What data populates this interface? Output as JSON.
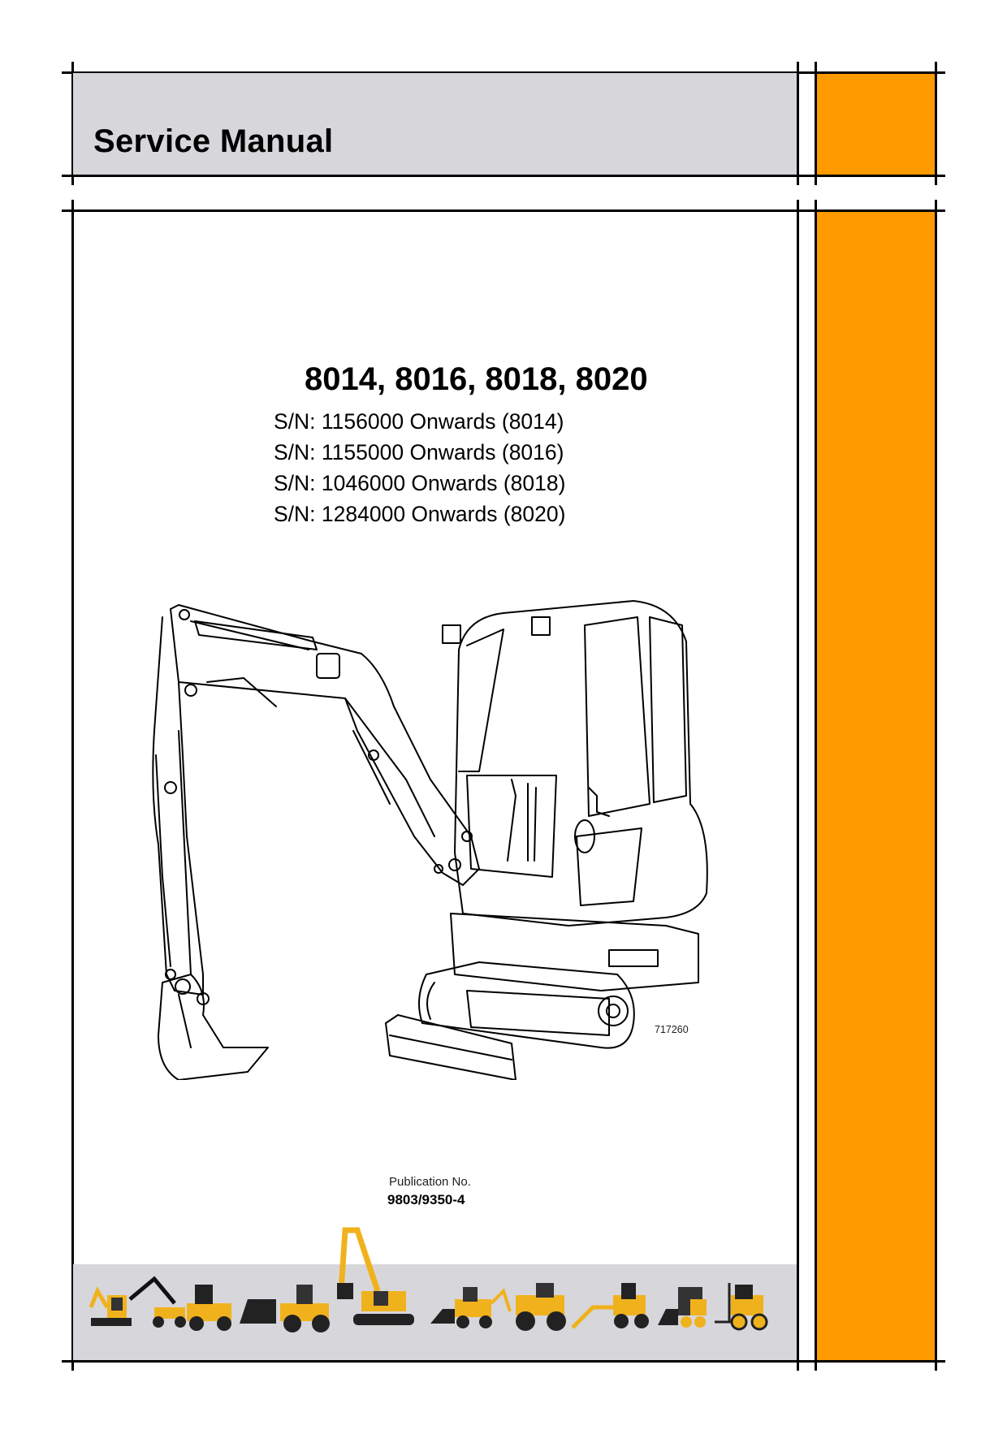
{
  "header": {
    "title": "Service Manual"
  },
  "main": {
    "models": "8014, 8016, 8018, 8020",
    "serial_numbers": [
      "S/N: 1156000 Onwards (8014)",
      "S/N: 1155000 Onwards (8016)",
      "S/N: 1046000 Onwards (8018)",
      "S/N: 1284000 Onwards (8020)"
    ],
    "illustration": {
      "subject": "mini-excavator-line-drawing",
      "figure_number": "717260"
    },
    "publication": {
      "label": "Publication No.",
      "number": "9803/9350-4"
    }
  },
  "footer_band": {
    "machines": [
      "mini-excavator",
      "telehandler-handler",
      "site-dumper",
      "wheel-loader",
      "tracked-excavator",
      "backhoe-loader",
      "fastrac-tractor",
      "rough-terrain-forklift",
      "skid-steer",
      "compact-forklift"
    ]
  },
  "colors": {
    "accent_orange": "#ff9a00",
    "panel_gray": "#d7d6da",
    "machine_yellow": "#f0b21c"
  }
}
